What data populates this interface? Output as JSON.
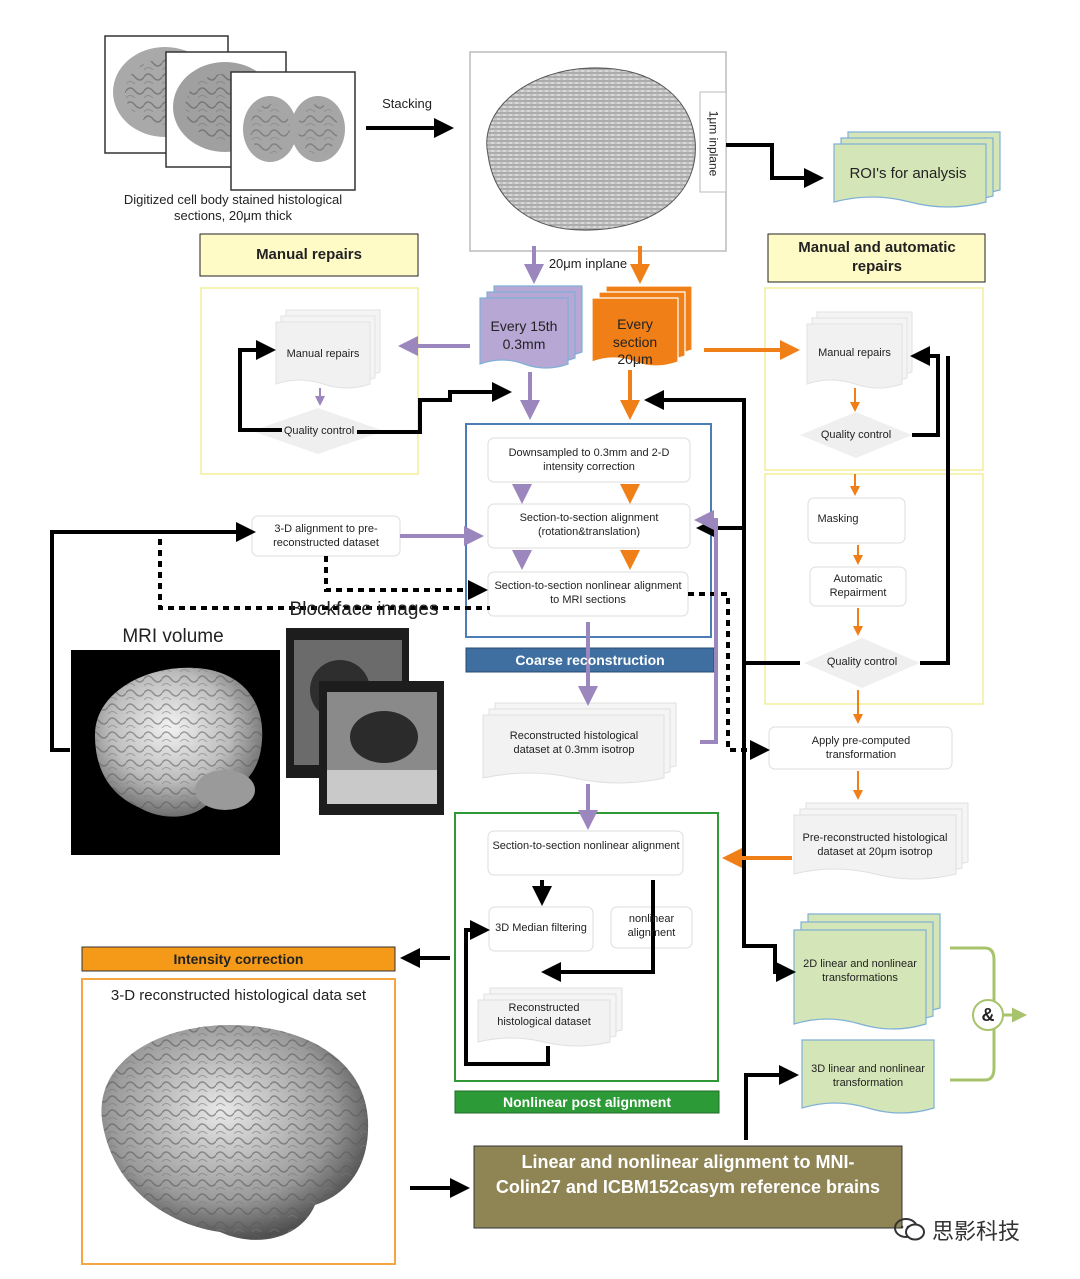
{
  "input": {
    "caption": "Digitized cell body stained histological sections, 20μm thick",
    "stacking_label": "Stacking",
    "inplane_1um_label": "1μm inplane",
    "roi_label": "ROI's for analysis",
    "inplane_20um_label": "20μm inplane"
  },
  "left_repairs": {
    "header": "Manual repairs",
    "manual_repairs": "Manual repairs",
    "quality_control": "Quality control"
  },
  "right_repairs": {
    "header": "Manual and automatic repairs",
    "manual_repairs": "Manual repairs",
    "quality_control": "Quality control",
    "masking": "Masking",
    "automatic_repairment": "Automatic Repairment",
    "quality_control_2": "Quality control",
    "apply_transformation": "Apply pre-computed transformation",
    "prereconstructed": "Pre-reconstructed histological dataset at 20μm isotrop"
  },
  "stacks": {
    "every_15th": "Every 15th 0.3mm",
    "every_section": "Every section 20μm"
  },
  "coarse": {
    "downsampled": "Downsampled to 0.3mm and 2-D intensity correction",
    "section_alignment": "Section-to-section alignment (rotation&translation)",
    "nonlinear_mri": "Section-to-section nonlinear alignment to MRI sections",
    "title": "Coarse reconstruction",
    "reconstructed_03": "Reconstructed histological dataset at 0.3mm isotrop"
  },
  "left_side": {
    "alignment_3d": "3-D alignment to pre-reconstructed dataset",
    "blockface_label": "Blockface images",
    "mri_label": "MRI volume"
  },
  "nonlinear": {
    "section_nonlinear": "Section-to-section nonlinear alignment",
    "median_filtering": "3D Median filtering",
    "nonlinear_alignment": "nonlinear alignment",
    "reconstructed": "Reconstructed histological dataset",
    "title": "Nonlinear post alignment"
  },
  "outputs": {
    "intensity_correction": "Intensity correction",
    "dataset_3d": "3-D reconstructed histological data set",
    "transform_2d": "2D linear and nonlinear transformations",
    "transform_3d": "3D linear and nonlinear transformation",
    "ampersand": "&",
    "final_alignment": "Linear and nonlinear alignment to MNI-Colin27 and ICBM152casym reference brains"
  },
  "watermark": "思影科技",
  "colors": {
    "purple": "#9b86bd",
    "orange": "#ef7f16",
    "yellow_fill": "#fefbc7",
    "yellow_border": "#f3ed9a",
    "green_fill": "#d4e6b7",
    "coarse_fill": "#3f6fa0",
    "coarse_border": "#4c7eb5",
    "nonlinear_border": "#2f9a35",
    "nonlinear_fill": "#2c9a36",
    "intensity_fill": "#f59a18",
    "final_fill": "#8f8454"
  }
}
